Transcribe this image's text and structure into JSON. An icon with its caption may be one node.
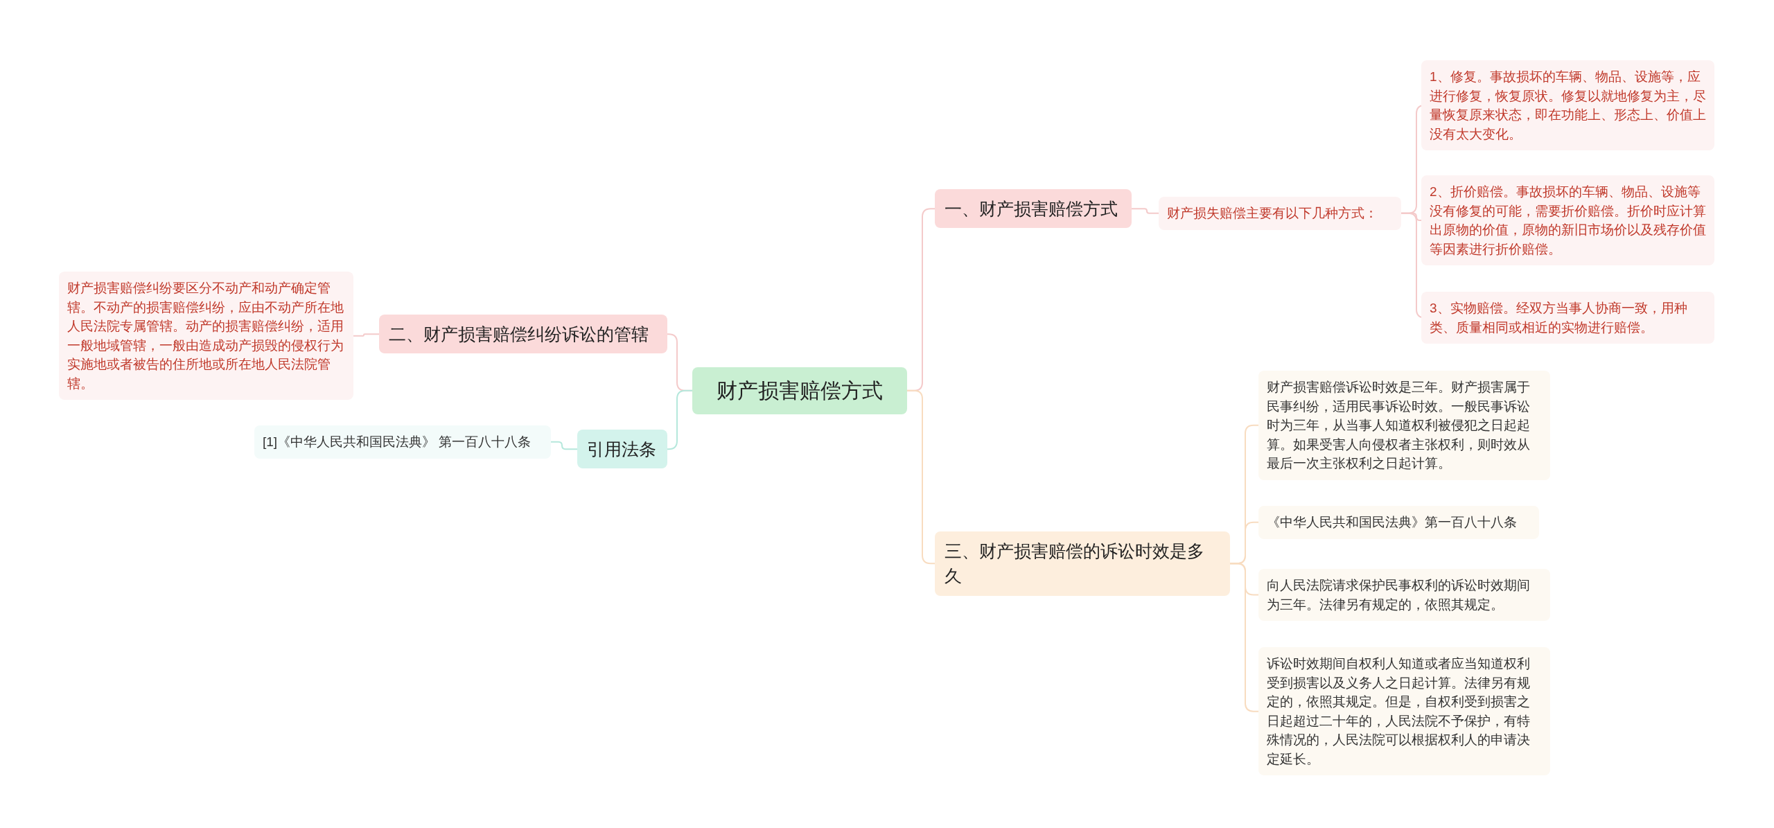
{
  "diagram": {
    "nodes": [
      {
        "text": [
          "财产损害赔偿方式"
        ]
      },
      {
        "text": [
          "一、财产损害赔偿方式"
        ]
      },
      {
        "text": [
          "财产损失赔偿主要有以下几种方式："
        ]
      },
      {
        "text": [
          "1、修复。事故损坏的车辆、物品、设施等，应进行修复，恢复原状。修复以就地修复为主，尽量恢复原来状态，即在功能上、形态上、价值上没有太大变化。"
        ]
      },
      {
        "text": [
          "2、折价赔偿。事故损坏的车辆、物品、设施等没有修复的可能，需要折价赔偿。折价时应计算出原物的价值，原物的新旧市场价以及残存价值等因素进行折价赔偿。"
        ]
      },
      {
        "text": [
          "3、实物赔偿。经双方当事人协商一致，用种类、质量相同或相近的实物进行赔偿。"
        ]
      },
      {
        "text": [
          "三、财产损害赔偿的诉讼时效是多久"
        ]
      },
      {
        "text": [
          "财产损害赔偿诉讼时效是三年。财产损害属于民事纠纷，适用民事诉讼时效。一般民事诉讼时为三年，从当事人知道权利被侵犯之日起起算。如果受害人向侵权者主张权利，则时效从最后一次主张权利之日起计算。"
        ]
      },
      {
        "text": [
          "《中华人民共和国民法典》第一百八十八条"
        ]
      },
      {
        "text": [
          "向人民法院请求保护民事权利的诉讼时效期间为三年。法律另有规定的，依照其规定。"
        ]
      },
      {
        "text": [
          "诉讼时效期间自权利人知道或者应当知道权利受到损害以及义务人之日起计算。法律另有规定的，依照其规定。但是，自权利受到损害之日起超过二十年的，人民法院不予保护，有特殊情况的，人民法院可以根据权利人的申请决定延长。"
        ]
      },
      {
        "text": [
          "二、财产损害赔偿纠纷诉讼的管辖"
        ]
      },
      {
        "text": [
          "财产损害赔偿纠纷要区分不动产和动产确定管辖。不动产的损害赔偿纠纷，应由不动产所在地人民法院专属管辖。动产的损害赔偿纠纷，适用一般地域管辖，一般由造成动产损毁的侵权行为实施地或者被告的住所地或所在地人民法院管辖。"
        ]
      },
      {
        "text": [
          "引用法条"
        ]
      },
      {
        "text": [
          "[1]《中华人民共和国民法典》 第一百八十八条"
        ]
      }
    ],
    "edges": [
      {
        "from": 0,
        "to": 1,
        "arrow": "none"
      },
      {
        "from": 1,
        "to": 2,
        "arrow": "none"
      },
      {
        "from": 2,
        "to": 3,
        "arrow": "none"
      },
      {
        "from": 2,
        "to": 4,
        "arrow": "none"
      },
      {
        "from": 2,
        "to": 5,
        "arrow": "none"
      },
      {
        "from": 0,
        "to": 6,
        "arrow": "none",
        "color": "#f8dcc0"
      },
      {
        "from": 6,
        "to": 7,
        "arrow": "none",
        "color": "#f8dcc0"
      },
      {
        "from": 6,
        "to": 8,
        "arrow": "none",
        "color": "#f8dcc0"
      },
      {
        "from": 6,
        "to": 9,
        "arrow": "none",
        "color": "#f8dcc0"
      },
      {
        "from": 6,
        "to": 10,
        "arrow": "none",
        "color": "#f8dcc0"
      },
      {
        "from": 11,
        "to": 0,
        "arrow": "none"
      },
      {
        "from": 12,
        "to": 11,
        "arrow": "none"
      },
      {
        "from": 13,
        "to": 0,
        "arrow": "none",
        "color": "#b5e8dc"
      },
      {
        "from": 14,
        "to": 13,
        "arrow": "none",
        "color": "#b5e8dc"
      }
    ]
  }
}
